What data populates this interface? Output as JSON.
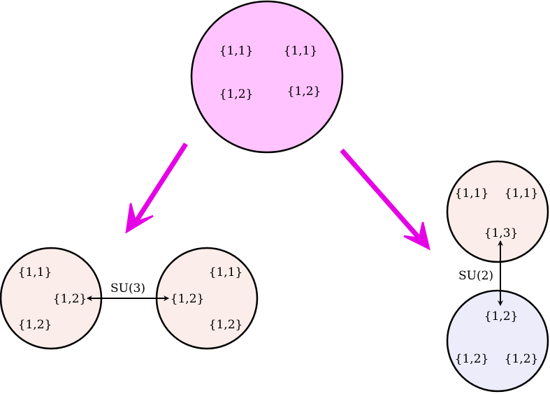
{
  "top_circle": {
    "color": "#ffc3ff",
    "labels": [
      "{1,1}",
      "{1,1}",
      "{1,2}",
      "{1,2}"
    ]
  },
  "left_pair": {
    "color": "#fbede9",
    "circle_a": {
      "labels": [
        "{1,1}",
        "{1,2}",
        "{1,2}"
      ]
    },
    "circle_b": {
      "labels": [
        "{1,1}",
        "{1,2}",
        "{1,2}"
      ]
    },
    "link_label": "SU(3)"
  },
  "right_pair": {
    "upper_color": "#fbede9",
    "lower_color": "#ececfb",
    "upper": {
      "labels": [
        "{1,1}",
        "{1,1}",
        "{1,3}"
      ]
    },
    "lower": {
      "labels": [
        "{1,2}",
        "{1,2}",
        "{1,2}"
      ]
    },
    "link_label": "SU(2)"
  },
  "arrow_color": "#e600e6"
}
